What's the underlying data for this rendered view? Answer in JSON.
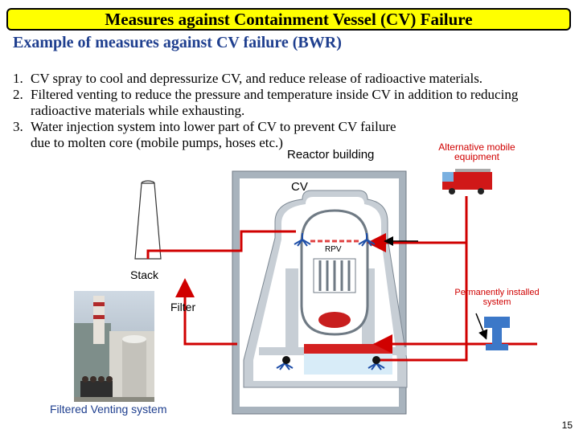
{
  "title": "Measures against Containment Vessel (CV) Failure",
  "subtitle": "Example of measures against CV failure (BWR)",
  "measures": [
    {
      "num": "1.",
      "text": "CV spray to cool and depressurize CV, and reduce release of radioactive materials."
    },
    {
      "num": "2.",
      "text": "Filtered venting to reduce the pressure and temperature inside CV in addition to reducing radioactive materials while exhausting."
    },
    {
      "num": "3.",
      "text": "Water injection system into lower part of CV to prevent CV failure due to molten core (mobile pumps, hoses etc.)"
    }
  ],
  "diagram": {
    "reactor_building": "Reactor building",
    "cv": "CV",
    "rpv": "RPV",
    "stack": "Stack",
    "filter": "Filter",
    "alt_mobile_line1": "Alternative mobile",
    "alt_mobile_line2": "equipment",
    "perm_line1": "Permanently installed",
    "perm_line2": "system",
    "filtered_venting": "Filtered Venting system"
  },
  "page_number": "15",
  "colors": {
    "title_bg": "#ffff00",
    "subtitle": "#1f3f8f",
    "pipe": "#d00000",
    "building": "#a8b3bd",
    "annotation": "#d00000"
  }
}
